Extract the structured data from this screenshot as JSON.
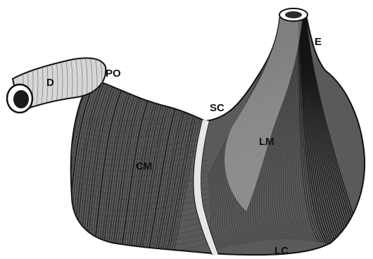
{
  "figure": {
    "labels": {
      "d": "D",
      "po": "PO",
      "e": "E",
      "sc": "SC",
      "lm": "LM",
      "cm": "CM",
      "lc": "LC"
    },
    "colors": {
      "ink": "#111111",
      "paper": "#ffffff",
      "shade_dark": "#2a2a2a",
      "shade_mid": "#6e6e6e",
      "shade_light": "#d8d8d8"
    }
  }
}
